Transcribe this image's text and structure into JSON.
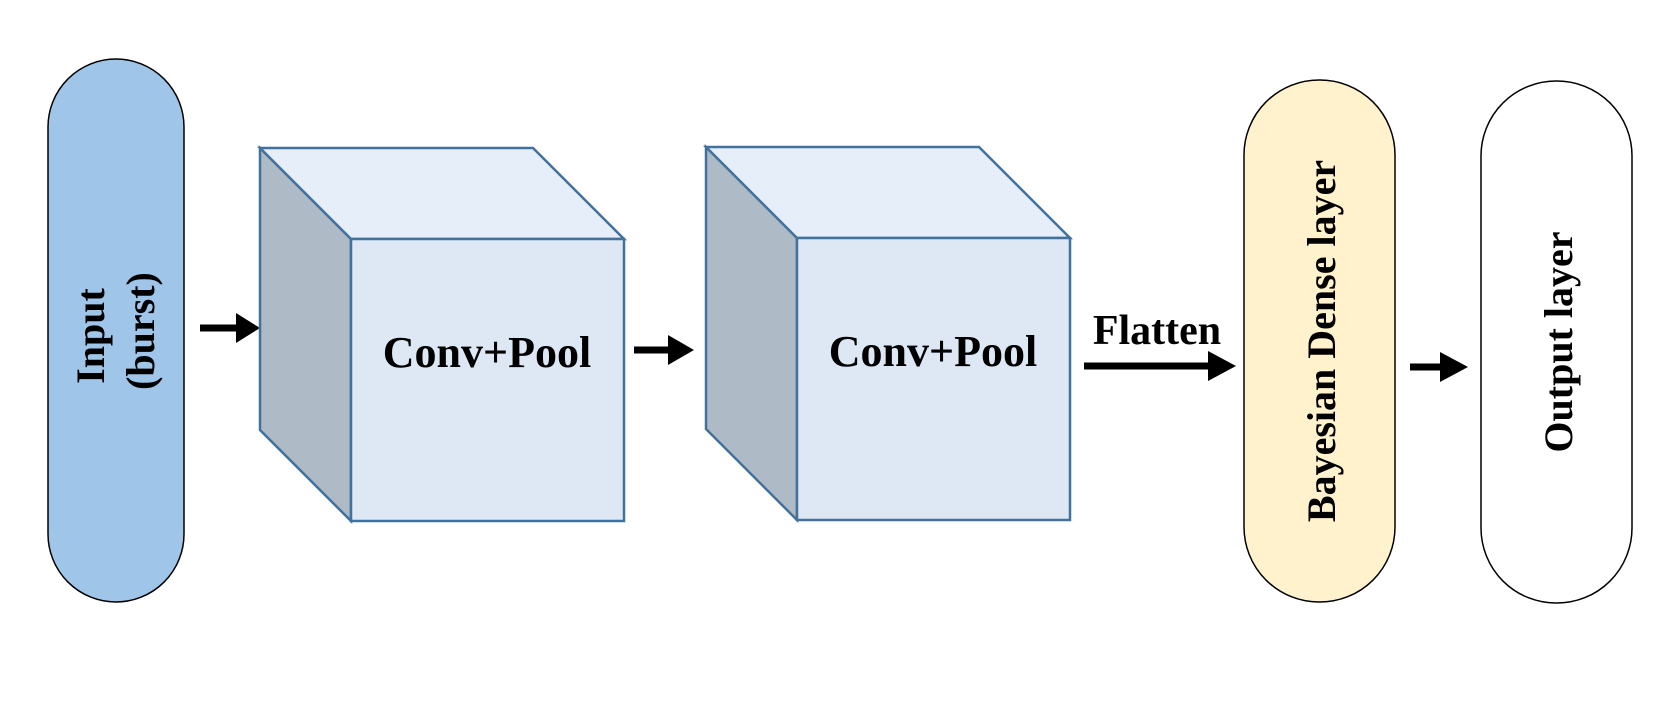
{
  "diagram": {
    "nodes": {
      "input": {
        "line1": "Input",
        "line2": "(burst)",
        "fill": "#9fc5e8"
      },
      "conv1": {
        "label": "Conv+Pool"
      },
      "conv2": {
        "label": "Conv+Pool"
      },
      "dense": {
        "label": "Bayesian Dense layer",
        "fill": "#fff2cc"
      },
      "output": {
        "label": "Output layer",
        "fill": "#ffffff"
      }
    },
    "edges": {
      "flatten": {
        "label": "Flatten"
      }
    },
    "colors": {
      "cube_front": "#dde8f4",
      "cube_top": "#e6eff9",
      "cube_side": "#aebac5",
      "cube_stroke": "#41719c",
      "arrow": "#000000"
    }
  }
}
